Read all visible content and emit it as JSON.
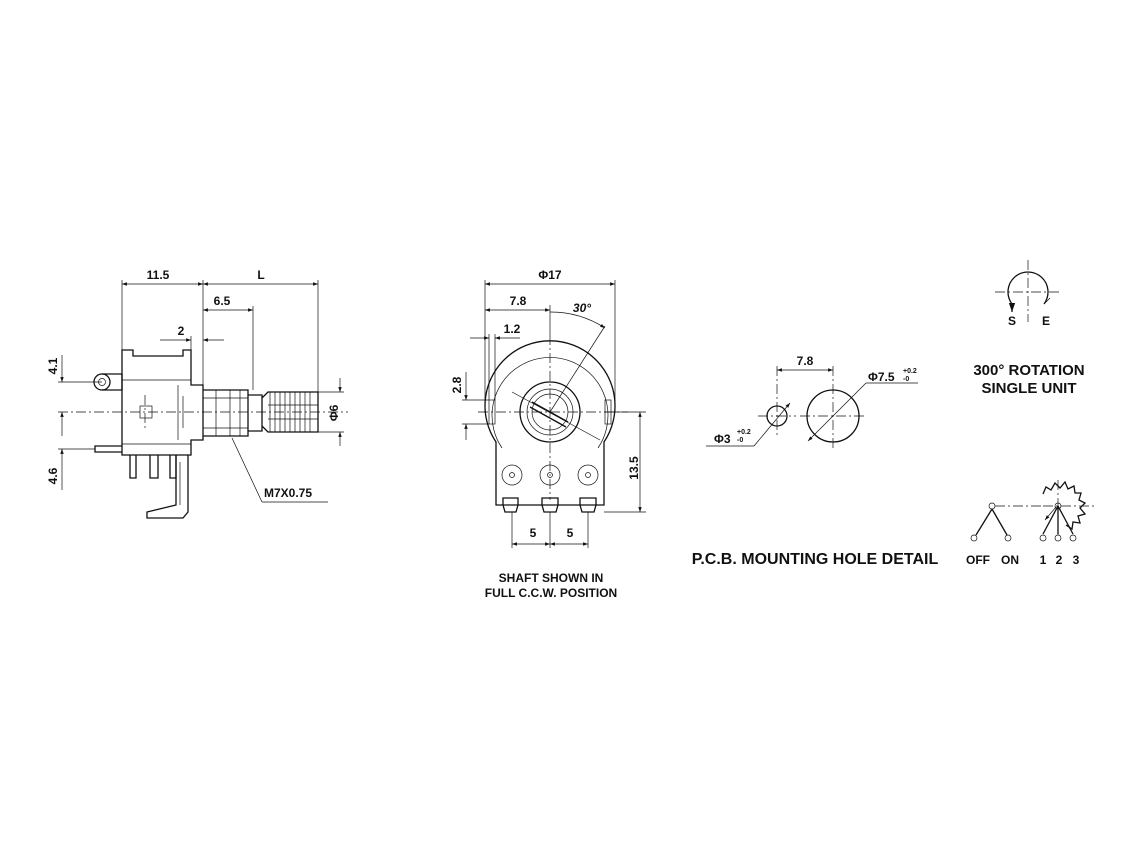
{
  "side_view": {
    "dim_11_5": "11.5",
    "dim_L": "L",
    "dim_6_5": "6.5",
    "dim_2": "2",
    "dim_4_1": "4.1",
    "dim_4_6": "4.6",
    "dim_phi6": "Φ6",
    "thread_label": "M7X0.75"
  },
  "front_view": {
    "dim_phi17": "Φ17",
    "dim_7_8": "7.8",
    "dim_30deg": "30°",
    "dim_1_2": "1.2",
    "dim_2_8": "2.8",
    "dim_13_5": "13.5",
    "dim_5_left": "5",
    "dim_5_right": "5",
    "caption_line1": "SHAFT SHOWN IN",
    "caption_line2": "FULL C.C.W. POSITION"
  },
  "pcb_detail": {
    "dim_7_8": "7.8",
    "hole_large": "Φ7.5",
    "hole_large_tol_plus": "+0.2",
    "hole_large_tol_minus": "-0",
    "hole_small": "Φ3",
    "hole_small_tol_plus": "+0.2",
    "hole_small_tol_minus": "-0",
    "title": "P.C.B. MOUNTING HOLE DETAIL"
  },
  "rotation": {
    "label_s": "S",
    "label_e": "E",
    "title_line1": "300° ROTATION",
    "title_line2": "SINGLE UNIT"
  },
  "schematic": {
    "off": "OFF",
    "on": "ON",
    "pin1": "1",
    "pin2": "2",
    "pin3": "3"
  }
}
